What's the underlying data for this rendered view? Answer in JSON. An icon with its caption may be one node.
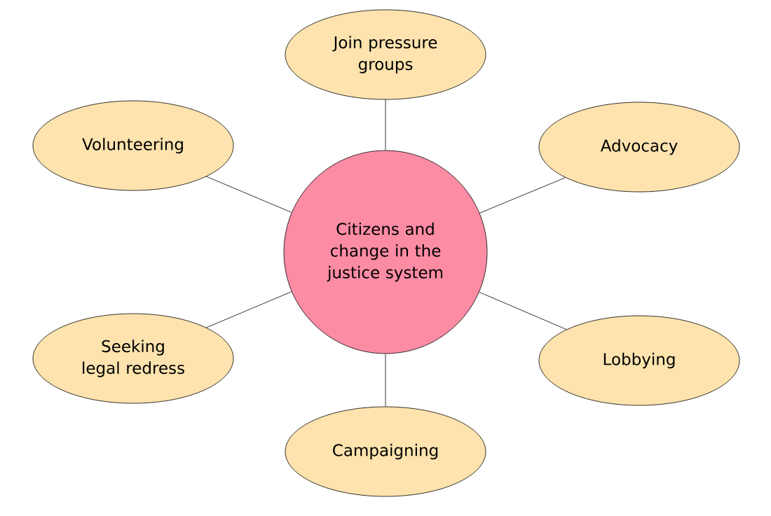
{
  "diagram": {
    "nodes": [
      {
        "text": [
          "Join pressure groups"
        ]
      },
      {
        "text": [
          "Volunteering"
        ]
      },
      {
        "text": [
          "Advocacy"
        ]
      },
      {
        "text": [
          "Citizens and change in the justice system"
        ]
      },
      {
        "text": [
          "Seeking legal redress"
        ]
      },
      {
        "text": [
          "Lobbying"
        ]
      },
      {
        "text": [
          "Campaigning"
        ]
      }
    ],
    "edges": [
      {
        "from": 3,
        "to": 0,
        "arrow": "none"
      },
      {
        "from": 3,
        "to": 1,
        "arrow": "none"
      },
      {
        "from": 3,
        "to": 2,
        "arrow": "none"
      },
      {
        "from": 3,
        "to": 4,
        "arrow": "none"
      },
      {
        "from": 3,
        "to": 5,
        "arrow": "none"
      },
      {
        "from": 3,
        "to": 6,
        "arrow": "none"
      }
    ]
  }
}
